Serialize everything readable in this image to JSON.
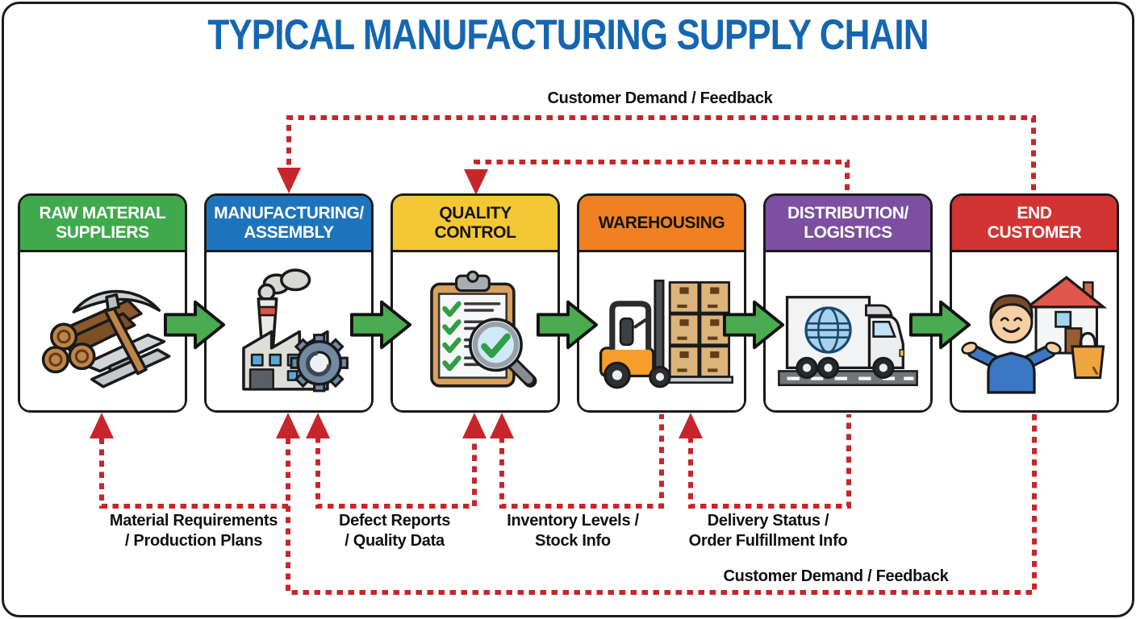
{
  "title": "TYPICAL MANUFACTURING SUPPLY CHAIN",
  "title_color": "#1566b1",
  "stages": [
    {
      "label": "RAW MATERIAL\nSUPPLIERS",
      "header_color": "#3fa94c",
      "text_color": "#ffffff",
      "icon": "logs-pickaxe-steel-icon"
    },
    {
      "label": "MANUFACTURING/\nASSEMBLY",
      "header_color": "#1e74ba",
      "text_color": "#ffffff",
      "icon": "factory-gear-icon"
    },
    {
      "label": "QUALITY\nCONTROL",
      "header_color": "#f4c834",
      "text_color": "#141414",
      "icon": "checklist-magnifier-icon"
    },
    {
      "label": "WAREHOUSING",
      "header_color": "#ef8122",
      "text_color": "#141414",
      "icon": "forklift-boxes-icon"
    },
    {
      "label": "DISTRIBUTION/\nLOGISTICS",
      "header_color": "#7c4fa0",
      "text_color": "#ffffff",
      "icon": "globe-truck-icon"
    },
    {
      "label": "END\nCUSTOMER",
      "header_color": "#d23433",
      "text_color": "#ffffff",
      "icon": "customer-house-bag-icon"
    }
  ],
  "flow_arrow_color": "#4aab50",
  "feedback": {
    "line_color": "#c6262b",
    "top_label": "Customer Demand / Feedback",
    "bottom_label": "Customer Demand / Feedback",
    "loop_labels": [
      "Material Requirements\n/ Production Plans",
      "Defect Reports\n/ Quality Data",
      "Inventory Levels /\nStock Info",
      "Delivery Status /\nOrder Fulfillment Info"
    ]
  }
}
